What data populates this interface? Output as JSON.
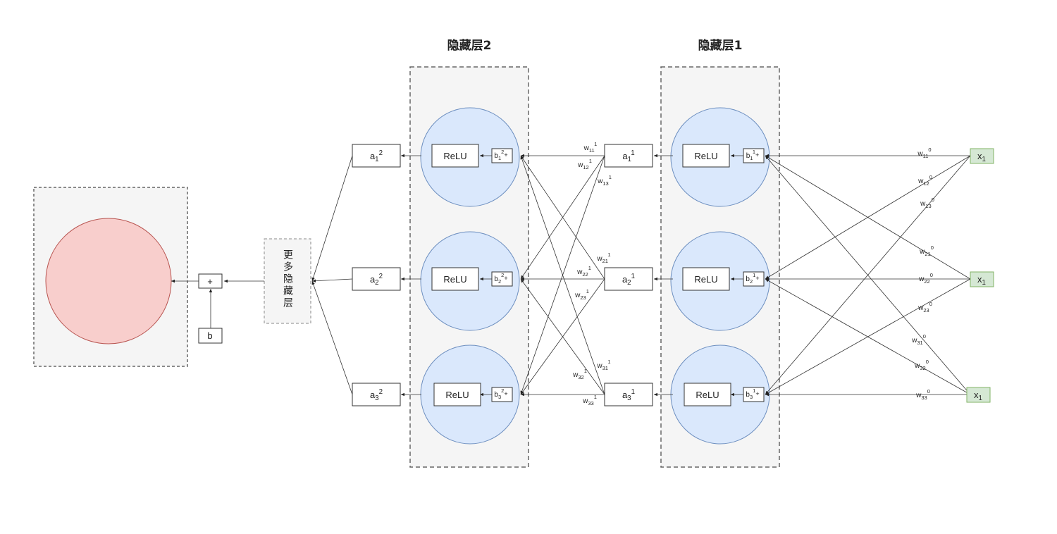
{
  "layers": {
    "hidden1_title": "隐藏层1",
    "hidden2_title": "隐藏层2",
    "more_hidden_label": "更多隐藏层"
  },
  "relu_label": "ReLU",
  "sum_label": "+",
  "bias_input_label": "b",
  "inputs": [
    {
      "base": "x",
      "sub": "1"
    },
    {
      "base": "x",
      "sub": "1"
    },
    {
      "base": "x",
      "sub": "1"
    }
  ],
  "hidden1": {
    "biases": [
      {
        "base": "b",
        "sub": "1",
        "sup": "1",
        "suffix": "+"
      },
      {
        "base": "b",
        "sub": "2",
        "sup": "1",
        "suffix": "+"
      },
      {
        "base": "b",
        "sub": "3",
        "sup": "1",
        "suffix": "+"
      }
    ],
    "outputs": [
      {
        "base": "a",
        "sub": "1",
        "sup": "1"
      },
      {
        "base": "a",
        "sub": "2",
        "sup": "1"
      },
      {
        "base": "a",
        "sub": "3",
        "sup": "1"
      }
    ]
  },
  "hidden2": {
    "biases": [
      {
        "base": "b",
        "sub": "1",
        "sup": "2",
        "suffix": "+"
      },
      {
        "base": "b",
        "sub": "2",
        "sup": "2",
        "suffix": "+"
      },
      {
        "base": "b",
        "sub": "3",
        "sup": "2",
        "suffix": "+"
      }
    ],
    "outputs": [
      {
        "base": "a",
        "sub": "1",
        "sup": "2"
      },
      {
        "base": "a",
        "sub": "2",
        "sup": "2"
      },
      {
        "base": "a",
        "sub": "3",
        "sup": "2"
      }
    ]
  },
  "weights0": [
    {
      "base": "w",
      "sub": "11",
      "sup": "0"
    },
    {
      "base": "w",
      "sub": "12",
      "sup": "0"
    },
    {
      "base": "w",
      "sub": "13",
      "sup": "0"
    },
    {
      "base": "w",
      "sub": "21",
      "sup": "0"
    },
    {
      "base": "w",
      "sub": "22",
      "sup": "0"
    },
    {
      "base": "w",
      "sub": "23",
      "sup": "0"
    },
    {
      "base": "w",
      "sub": "31",
      "sup": "0"
    },
    {
      "base": "w",
      "sub": "32",
      "sup": "0"
    },
    {
      "base": "w",
      "sub": "33",
      "sup": "0"
    }
  ],
  "weights1": [
    {
      "base": "w",
      "sub": "11",
      "sup": "1"
    },
    {
      "base": "w",
      "sub": "12",
      "sup": "1"
    },
    {
      "base": "w",
      "sub": "13",
      "sup": "1"
    },
    {
      "base": "w",
      "sub": "21",
      "sup": "1"
    },
    {
      "base": "w",
      "sub": "22",
      "sup": "1"
    },
    {
      "base": "w",
      "sub": "23",
      "sup": "1"
    },
    {
      "base": "w",
      "sub": "31",
      "sup": "1"
    },
    {
      "base": "w",
      "sub": "32",
      "sup": "1"
    },
    {
      "base": "w",
      "sub": "33",
      "sup": "1"
    }
  ],
  "colors": {
    "neuron_fill": "#dae8fc",
    "neuron_stroke": "#6c8ebf",
    "output_fill": "#f8cecc",
    "output_stroke": "#b85450",
    "input_fill": "#d5e8d4",
    "input_stroke": "#82b366",
    "panel_fill": "#f5f5f5",
    "panel_stroke": "#666666"
  }
}
